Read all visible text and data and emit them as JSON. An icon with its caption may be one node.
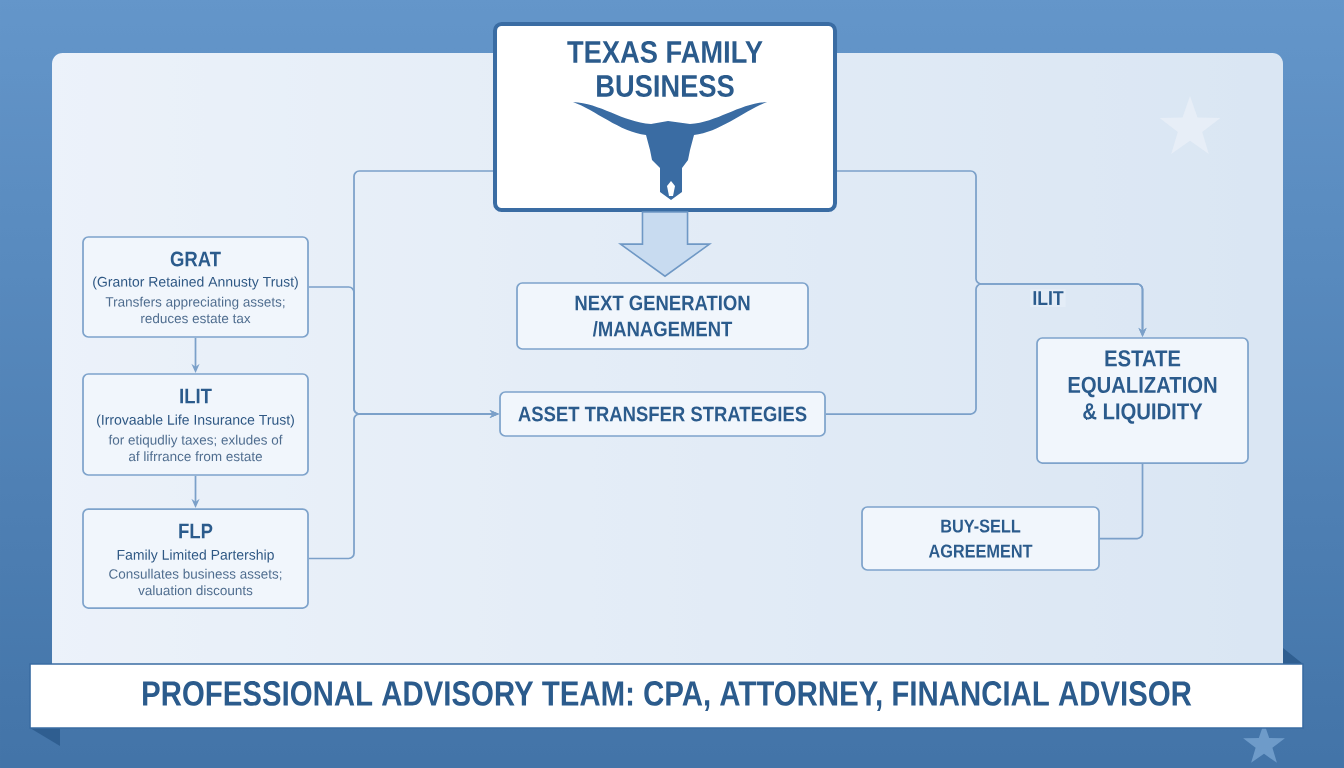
{
  "diagram": {
    "nodes": [
      {
        "text": [
          "TEXAS FAMILY BUSINESS"
        ]
      },
      {
        "text": [
          "GRAT",
          "(Grantor Retained Annusty Trust)",
          "Transfers appreciating assets; reduces estate tax"
        ]
      },
      {
        "text": [
          "ILIT",
          "(Irrovaable Life Insurance Trust)",
          "for etiqudliy taxes; exludes of af lifrrance from estate"
        ]
      },
      {
        "text": [
          "FLP",
          "Family Limited Partership",
          "Consullates business assets; valuation discounts"
        ]
      },
      {
        "text": [
          "NEXT GENERATION /MANAGEMENT"
        ]
      },
      {
        "text": [
          "ASSET TRANSFER STRATEGIES"
        ]
      },
      {
        "text": [
          "ESTATE EQUALIZATION & LIQUIDITY"
        ]
      },
      {
        "text": [
          "BUY-SELL AGREEMENT"
        ]
      },
      {
        "text": [
          "PROFESSIONAL ADVISORY TEAM: CPA, ATTORNEY, FINANCIAL ADVISOR"
        ]
      }
    ],
    "edges": [
      {
        "from": 0,
        "to": 4,
        "arrow": "to",
        "style": "thick"
      },
      {
        "from": 1,
        "to": 2,
        "arrow": "to"
      },
      {
        "from": 2,
        "to": 3,
        "arrow": "to"
      },
      {
        "from": 0,
        "to": 5,
        "arrow": "to"
      },
      {
        "from": 1,
        "to": 5,
        "arrow": "to"
      },
      {
        "from": 3,
        "to": 5,
        "arrow": "to"
      },
      {
        "from": 0,
        "to": 6,
        "arrow": "to",
        "label": "ILIT"
      },
      {
        "from": 5,
        "to": 6,
        "arrow": "to"
      },
      {
        "from": 6,
        "to": 7,
        "arrow": "none"
      }
    ]
  }
}
